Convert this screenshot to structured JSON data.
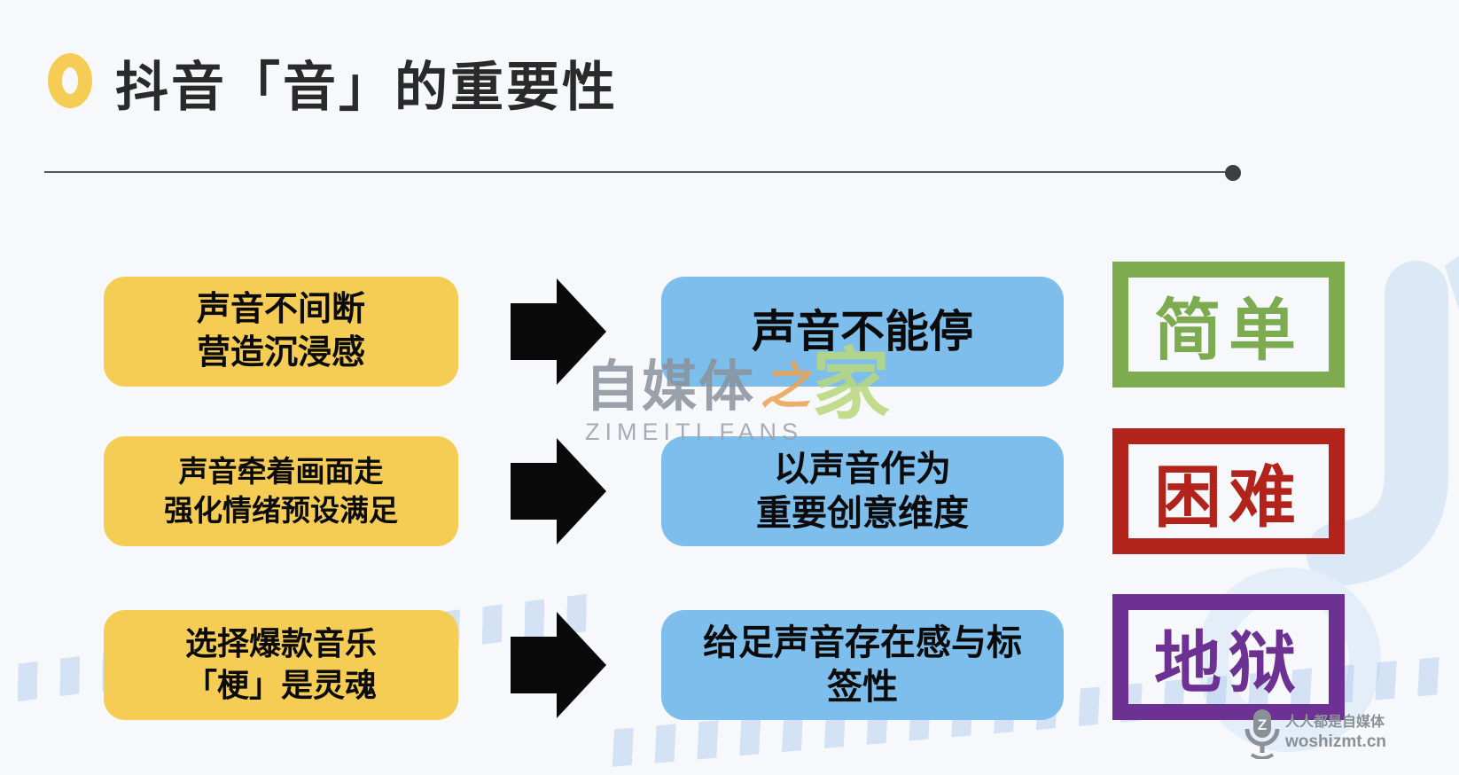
{
  "slide": {
    "title": "抖音「音」的重要性"
  },
  "rows": [
    {
      "source_line1": "声音不间断",
      "source_line2": "营造沉浸感",
      "result_line1": "声音不能停",
      "result_line2": "",
      "level": "简单",
      "level_color": "#7cab50"
    },
    {
      "source_line1": "声音牵着画面走",
      "source_line2": "强化情绪预设满足",
      "result_line1": "以声音作为",
      "result_line2": "重要创意维度",
      "level": "困难",
      "level_color": "#b2231b"
    },
    {
      "source_line1": "选择爆款音乐",
      "source_line2": "「梗」是灵魂",
      "result_line1": "给足声音存在感与标",
      "result_line2": "签性",
      "level": "地狱",
      "level_color": "#6d3093"
    }
  ],
  "colors": {
    "background": "#f7f8fb",
    "source_box": "#f5cd54",
    "result_box": "#7dbeec",
    "arrow": "#0a0a0a",
    "title_text": "#2a2a2a",
    "level_simple": "#7cab50",
    "level_hard": "#b2231b",
    "level_hell": "#6d3093",
    "decoration_blue": "#dbe8f5"
  },
  "icons": {
    "bullet": "ring-icon",
    "arrow": "right-arrow-icon",
    "corner_logo": "microphone-icon",
    "decoration": "music-note-decoration"
  },
  "watermark_center": {
    "zi": "自媒体",
    "zhi": "之",
    "jia": "家",
    "domain": "ZIMEITI.FANS"
  },
  "watermark_corner": {
    "line1": "人人都是自媒体",
    "line2": "woshizmt.cn"
  }
}
